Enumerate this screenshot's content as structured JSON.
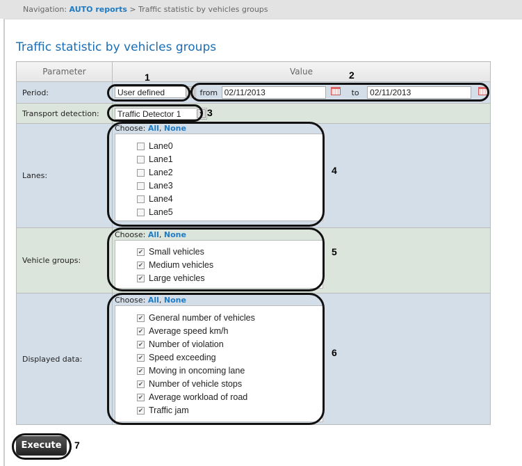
{
  "nav": {
    "prefix": "Navigation: ",
    "link": "AUTO reports",
    "sep": " > ",
    "current": "Traffic statistic by vehicles groups"
  },
  "title": "Traffic statistic by vehicles groups",
  "table": {
    "col_parameter": "Parameter",
    "col_value": "Value"
  },
  "period": {
    "label": "Period:",
    "value": "User defined",
    "from_label": "from",
    "from_value": "02/11/2013",
    "to_label": "to",
    "to_value": "02/11/2013"
  },
  "transport": {
    "label": "Transport detection:",
    "value": "Traffic Detector 1"
  },
  "choose": {
    "label": "Choose: ",
    "all": "All",
    "comma": ", ",
    "none": "None"
  },
  "lanes": {
    "label": "Lanes:",
    "items": [
      {
        "label": "Lane0",
        "checked": false
      },
      {
        "label": "Lane1",
        "checked": false
      },
      {
        "label": "Lane2",
        "checked": false
      },
      {
        "label": "Lane3",
        "checked": false
      },
      {
        "label": "Lane4",
        "checked": false
      },
      {
        "label": "Lane5",
        "checked": false
      }
    ]
  },
  "vehicle_groups": {
    "label": "Vehicle groups:",
    "items": [
      {
        "label": "Small vehicles",
        "checked": true
      },
      {
        "label": "Medium vehicles",
        "checked": true
      },
      {
        "label": "Large vehicles",
        "checked": true
      }
    ]
  },
  "displayed_data": {
    "label": "Displayed data:",
    "items": [
      {
        "label": "General number of vehicles",
        "checked": true
      },
      {
        "label": "Average speed km/h",
        "checked": true
      },
      {
        "label": "Number of violation",
        "checked": true
      },
      {
        "label": "Speed exceeding",
        "checked": true
      },
      {
        "label": "Moving in oncoming lane",
        "checked": true
      },
      {
        "label": "Number of vehicle stops",
        "checked": true
      },
      {
        "label": "Average workload of road",
        "checked": true
      },
      {
        "label": "Traffic jam",
        "checked": true
      }
    ]
  },
  "execute_label": "Execute",
  "annotations": [
    "1",
    "2",
    "3",
    "4",
    "5",
    "6",
    "7"
  ]
}
